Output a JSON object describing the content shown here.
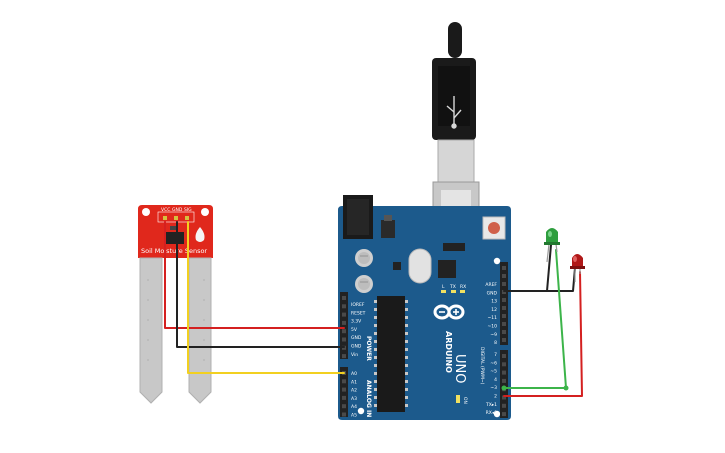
{
  "sensor": {
    "label": "Soil Moisture Sensor",
    "pins": [
      "VCC",
      "GND",
      "SIG"
    ]
  },
  "board": {
    "brand": "ARDUINO",
    "model": "UNO",
    "power_header": [
      "IOREF",
      "RESET",
      "3.3V",
      "5V",
      "GND",
      "GND",
      "Vin"
    ],
    "analog_header": [
      "A0",
      "A1",
      "A2",
      "A3",
      "A4",
      "A5"
    ],
    "digital_header_top": [
      "AREF",
      "GND",
      "13",
      "12",
      "~11",
      "~10",
      "~9",
      "8"
    ],
    "digital_header_bottom": [
      "7",
      "~6",
      "~5",
      "4",
      "~3",
      "2",
      "TX▸1",
      "RX◂0"
    ],
    "power_section_label": "POWER",
    "analog_section_label": "ANALOG IN",
    "digital_section_label": "DIGITAL (PWM~)",
    "led_labels": [
      "L",
      "TX",
      "RX"
    ],
    "on_label": "ON"
  },
  "leds": [
    {
      "name": "green-led",
      "color": "#2e9e3e"
    },
    {
      "name": "red-led",
      "color": "#b01818"
    }
  ],
  "colors": {
    "board": "#1c5a8c",
    "sensor": "#e0281c",
    "wire_red": "#d42020",
    "wire_black": "#222222",
    "wire_yellow": "#f2d020",
    "wire_green": "#3cb44a",
    "header": "#222222"
  }
}
